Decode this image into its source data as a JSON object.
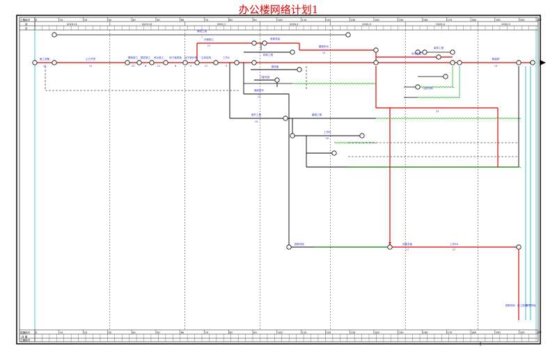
{
  "title": "办公楼网络计划1",
  "header": {
    "row1_label": "工程标尺",
    "row2_label": "月",
    "row3_label": "日",
    "ticks": [
      "0",
      "10",
      "20",
      "30",
      "40",
      "50",
      "60",
      "70",
      "80",
      "90",
      "100",
      "110",
      "120",
      "130",
      "140",
      "150",
      "160",
      "170",
      "180",
      "190",
      "200",
      "207"
    ],
    "months": [
      "2019.11",
      "2019.12",
      "2020.1",
      "2020.2",
      "2020.3",
      "2020.4",
      "2020.5"
    ]
  },
  "footer": {
    "row1_label": "进度标尺",
    "row2_label": "月 度",
    "row3_label": "工程标尺"
  },
  "colors": {
    "critical": "#e00000",
    "normal": "#000000",
    "label": "#3333cc",
    "free_float": "#22bb22",
    "timescale": "#00aacc"
  },
  "nodes_labels": {
    "n_start": "1",
    "n_end": "207"
  },
  "tasks": {
    "t1": {
      "name": "施工准备",
      "dur": "10"
    },
    "t2": {
      "name": "土方开挖",
      "dur": "15"
    },
    "t3": {
      "name": "基础施工",
      "dur": "25"
    },
    "t4": {
      "name": "垫层施工",
      "dur": "8"
    },
    "t5": {
      "name": "承台施工",
      "dur": "12"
    },
    "t6": {
      "name": "地下室底板",
      "dur": "6"
    },
    "t7": {
      "name": "地下室外墙",
      "dur": "9"
    },
    "t8": {
      "name": "主体结构",
      "dur": "12"
    },
    "t9": {
      "name": "工作A",
      "dur": "3"
    },
    "t10": {
      "name": "外墙施工",
      "dur": "27"
    },
    "t11": {
      "name": "屋面防水",
      "dur": "10"
    },
    "t12": {
      "name": "砌体工程",
      "dur": "8"
    },
    "t13": {
      "name": "墙面抹灰",
      "dur": "12"
    },
    "t14": {
      "name": "工作B",
      "dur": "20"
    },
    "t15": {
      "name": "门窗安装",
      "dur": "8"
    },
    "t16": {
      "name": "楼地面",
      "dur": "9"
    },
    "t17": {
      "name": "装饰工程",
      "dur": "13"
    },
    "t18": {
      "name": "水电安装",
      "dur": "24"
    },
    "t19": {
      "name": "设备安装",
      "dur": "17"
    },
    "t20": {
      "name": "室外工程",
      "dur": "19"
    },
    "t21": {
      "name": "油漆涂料",
      "dur": "11"
    },
    "t22": {
      "name": "竣工验收",
      "dur": "4"
    },
    "t23": {
      "name": "消防工程",
      "dur": "23"
    },
    "t24": {
      "name": "弱电工程",
      "dur": "7"
    },
    "t25": {
      "name": "电梯安装",
      "dur": "5"
    },
    "t26": {
      "name": "幕墙工程",
      "dur": "18"
    },
    "t27": {
      "name": "清理场地",
      "dur": "2"
    },
    "t28": {
      "name": "工作48",
      "dur": "47"
    },
    "t29": {
      "name": "精装修",
      "dur": "14"
    },
    "t30": {
      "name": "园林绿化",
      "dur": "6"
    }
  }
}
